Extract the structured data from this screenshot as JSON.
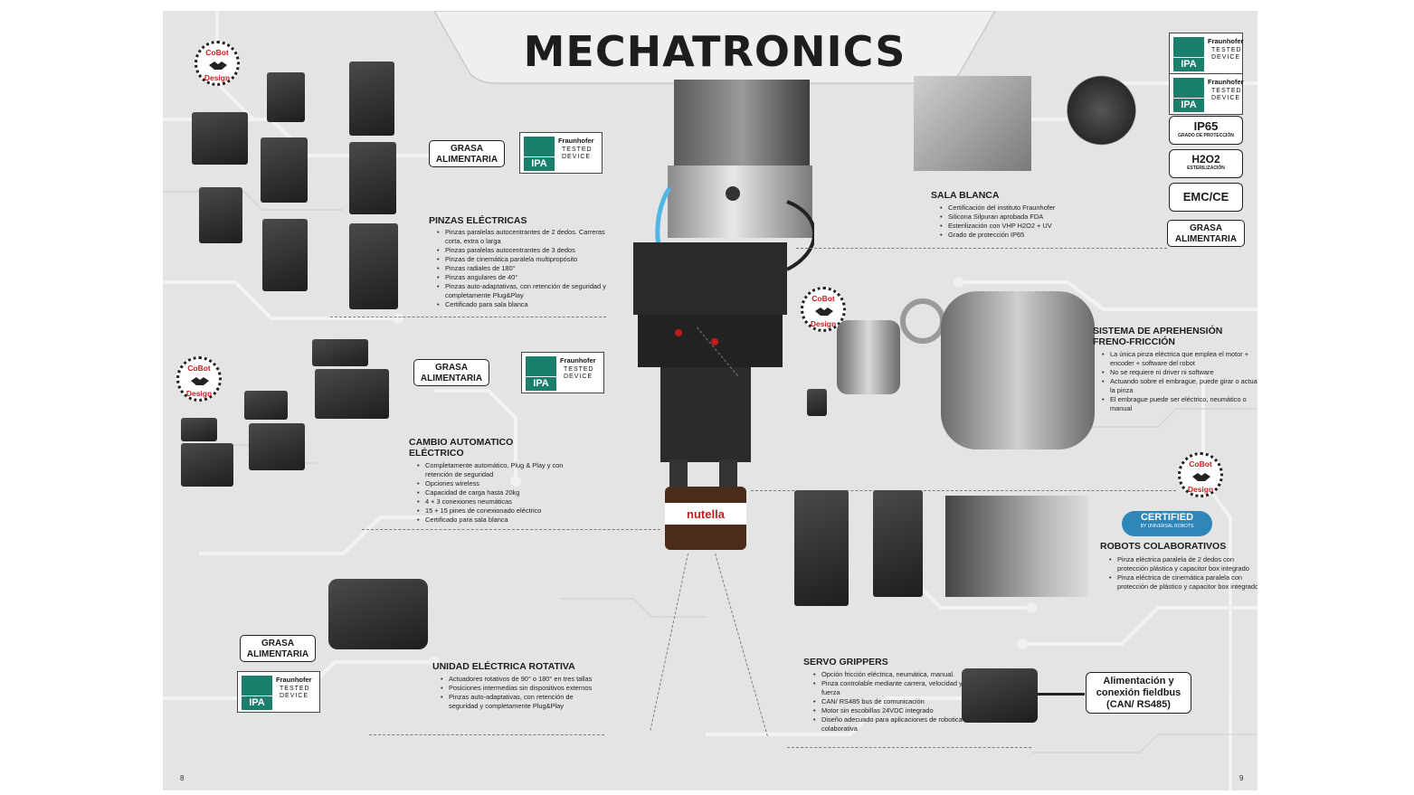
{
  "title": "MECHATRONICS",
  "grasa_label_1": "GRASA",
  "grasa_label_2": "ALIMENTARIA",
  "fraunhofer": {
    "name": "Fraunhofer",
    "tested": "TESTED",
    "device": "DEVICE",
    "ipa": "IPA"
  },
  "cobot": {
    "line1": "CoBot",
    "line2": "Design"
  },
  "badges": {
    "ip65": "IP65",
    "ip65_sub": "GRADO DE PROTECCIÓN",
    "h2o2": "H2O2",
    "h2o2_sub": "ESTERILIZACIÓN",
    "emc": "EMC/CE"
  },
  "certified": {
    "label": "CERTIFIED",
    "sub": "BY UNIVERSAL ROBOTS"
  },
  "sections": {
    "pinzas": {
      "title": "PINZAS ELÉCTRICAS",
      "items": [
        "Pinzas paralelas autocentrantes de 2 dedos. Carreras corta, extra o larga",
        "Pinzas paralelas autocentrantes de 3 dedos",
        "Pinzas de cinemática paralela multipropósito",
        "Pinzas radiales de 180°",
        "Pinzas angulares de 40°",
        "Pinzas auto-adaptativas, con retención de seguridad y completamente Plug&Play",
        "Certificado para sala blanca"
      ]
    },
    "cambio": {
      "title_1": "CAMBIO AUTOMATICO",
      "title_2": "ELÉCTRICO",
      "items": [
        "Completamente automático, Plug & Play y con retención de seguridad",
        "Opciones wireless",
        "Capacidad de carga hasta 20kg",
        "4 + 3 conexiones neumáticas",
        "15 + 15 pines de conexionado eléctrico",
        "Certificado para sala blanca"
      ]
    },
    "unidad": {
      "title": "UNIDAD ELÉCTRICA ROTATIVA",
      "items": [
        "Actuadores rotativos de 90° o 180° en tres tallas",
        "Posiciones intermedias sin dispositivos externos",
        "Pinzas auto-adaptativas, con retención de seguridad y completamente Plug&Play"
      ]
    },
    "sala": {
      "title": "SALA BLANCA",
      "items": [
        "Certificación del instituto Fraunhofer",
        "Silicona Silpuran aprobada FDA",
        "Esterilización con VHP H2O2 + UV",
        "Grado de protección IP65"
      ]
    },
    "sistema": {
      "title_1": "SISTEMA DE APREHENSIÓN",
      "title_2": "FRENO-FRICCIÓN",
      "items": [
        "La única pinza eléctrica que emplea el motor + encoder + software del robot",
        "No se requiere ni driver ni software",
        "Actuando sobre el embrague, puede girar o actuar la pinza",
        "El embrague puede ser eléctrico, neumático o manual"
      ]
    },
    "robots": {
      "title": "ROBOTS COLABORATIVOS",
      "items": [
        "Pinza eléctrica paralela de 2 dedos con protección plástica y capacitor box integrado",
        "Pinza eléctrica de cinemática paralela con protección de plástico y capacitor box integrado"
      ]
    },
    "servo": {
      "title": "SERVO GRIPPERS",
      "items": [
        "Opción fricción eléctrica, neumática, manual.",
        "Pinza controlable mediante carrera, velocidad y fuerza",
        "CAN/ RS485 bus de comunicación",
        "Motor sin escobillas 24VDC integrado",
        "Diseño adecuado para aplicaciones de robotica colaborativa"
      ]
    }
  },
  "power": {
    "line1": "Alimentación y",
    "line2": "conexión fieldbus",
    "line3": "(CAN/ RS485)"
  },
  "jar_label": "nutella",
  "page_left": "8",
  "page_right": "9"
}
